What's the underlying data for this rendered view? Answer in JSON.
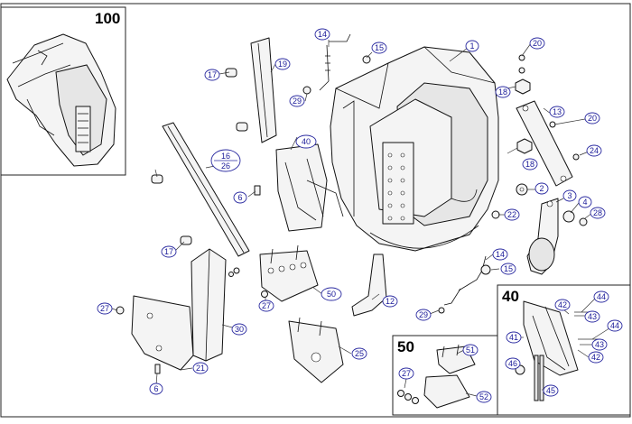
{
  "diagram": {
    "group_labels": {
      "g100": "100",
      "g50": "50",
      "g40": "40"
    },
    "callouts": {
      "c1": "1",
      "c2": "2",
      "c3": "3",
      "c4": "4",
      "c6a": "6",
      "c6b": "6",
      "c12": "12",
      "c13": "13",
      "c14a": "14",
      "c14b": "14",
      "c15a": "15",
      "c15b": "15",
      "c16": "16",
      "c26": "26",
      "c17a": "17",
      "c17b": "17",
      "c18a": "18",
      "c18b": "18",
      "c19": "19",
      "c20a": "20",
      "c20b": "20",
      "c21": "21",
      "c22": "22",
      "c24": "24",
      "c25": "25",
      "c27a": "27",
      "c27b": "27",
      "c27c": "27",
      "c28": "28",
      "c29a": "29",
      "c29b": "29",
      "c30": "30",
      "c40": "40",
      "c41": "41",
      "c42a": "42",
      "c42b": "42",
      "c43a": "43",
      "c43b": "43",
      "c44a": "44",
      "c44b": "44",
      "c45": "45",
      "c46": "46",
      "c50": "50",
      "c51": "51",
      "c52": "52"
    }
  }
}
